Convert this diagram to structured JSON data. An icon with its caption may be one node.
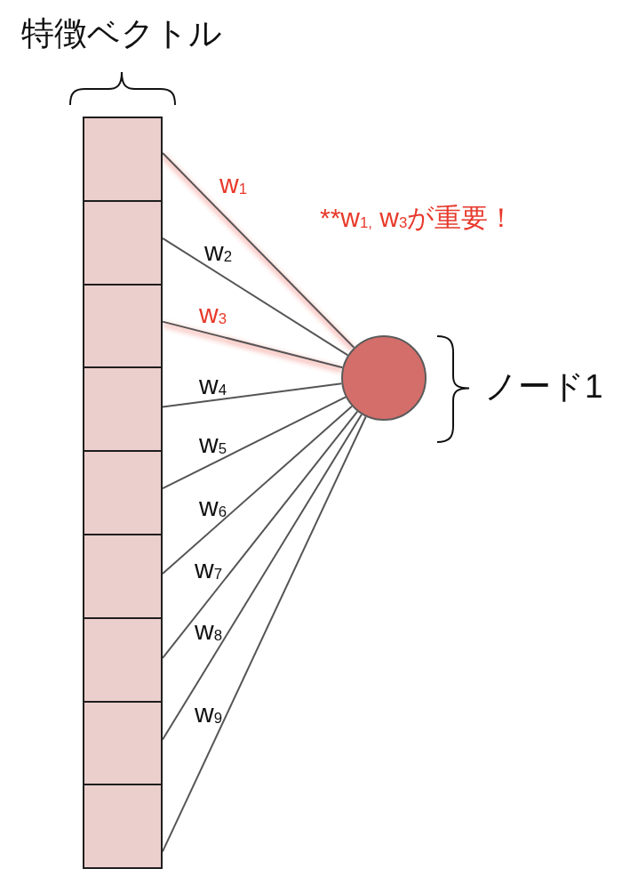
{
  "diagram": {
    "title": "特徴ベクトル",
    "nodes": [
      {
        "text": [],
        "shape": "box"
      },
      {
        "text": [],
        "shape": "box"
      },
      {
        "text": [],
        "shape": "box"
      },
      {
        "text": [],
        "shape": "box"
      },
      {
        "text": [],
        "shape": "box"
      },
      {
        "text": [],
        "shape": "box"
      },
      {
        "text": [],
        "shape": "box"
      },
      {
        "text": [],
        "shape": "box"
      },
      {
        "text": [],
        "shape": "box"
      },
      {
        "text": [],
        "shape": "circle",
        "beside": [
          "ノード1"
        ]
      }
    ],
    "edges": [
      {
        "from": 0,
        "to": 9,
        "arrow": "none",
        "label": "w$_{1}$",
        "color": "#e8392b"
      },
      {
        "from": 1,
        "to": 9,
        "arrow": "none",
        "label": "w$_{2}$"
      },
      {
        "from": 2,
        "to": 9,
        "arrow": "none",
        "label": "w$_{3}$",
        "color": "#e8392b"
      },
      {
        "from": 3,
        "to": 9,
        "arrow": "none",
        "label": "w$_{4}$"
      },
      {
        "from": 4,
        "to": 9,
        "arrow": "none",
        "label": "w$_{5}$"
      },
      {
        "from": 5,
        "to": 9,
        "arrow": "none",
        "label": "w$_{6}$"
      },
      {
        "from": 6,
        "to": 9,
        "arrow": "none",
        "label": "w$_{7}$"
      },
      {
        "from": 7,
        "to": 9,
        "arrow": "none",
        "label": "w$_{8}$"
      },
      {
        "from": 8,
        "to": 9,
        "arrow": "none",
        "label": "w$_{9}$"
      }
    ],
    "labels": [
      "**w$_{1,}$ w$_{3}$が重要！"
    ]
  }
}
